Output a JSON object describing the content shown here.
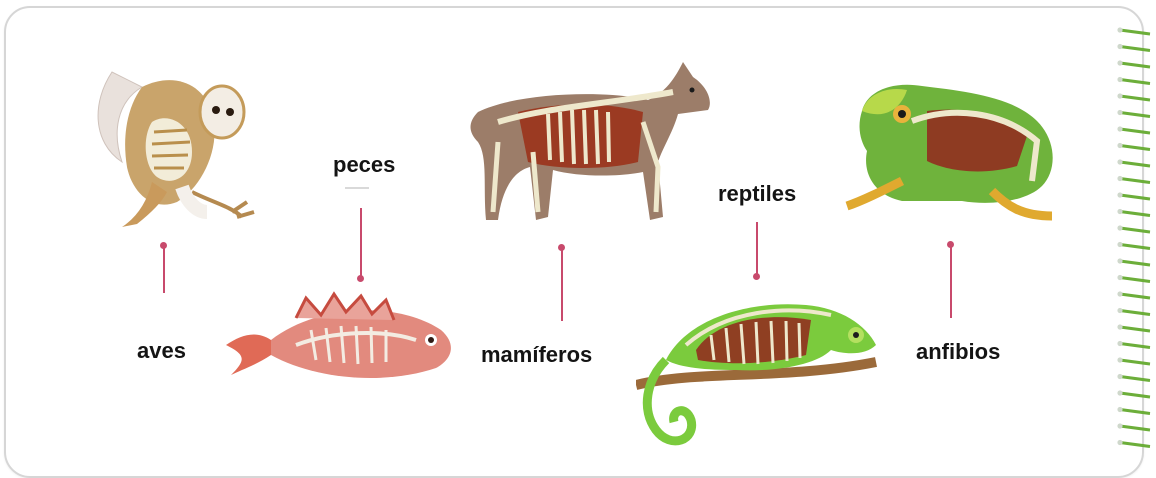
{
  "labels": {
    "aves": "aves",
    "peces": "peces",
    "mamiferos": "mamíferos",
    "reptiles": "reptiles",
    "anfibios": "anfibios"
  },
  "colors": {
    "connector": "#c84a6c",
    "spiral_green": "#6cae3a",
    "bone": "#ece6c8",
    "muscle": "#a8452a"
  },
  "icons": [
    "owl-skeleton-illustration",
    "fish-skeleton-illustration",
    "wolf-skeleton-illustration",
    "chameleon-skeleton-illustration",
    "frog-skeleton-illustration",
    "notebook-spiral-icon"
  ]
}
